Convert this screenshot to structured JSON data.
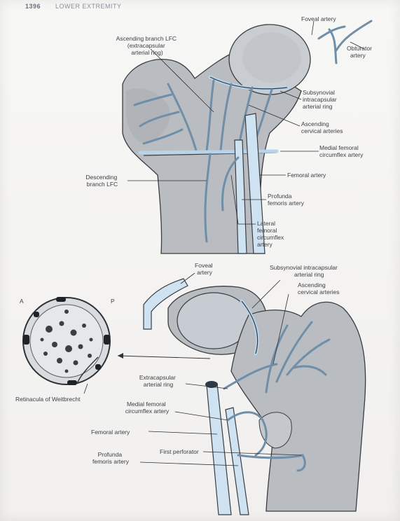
{
  "header": {
    "page_number": "1396",
    "running_head": "LOWER EXTREMITY"
  },
  "inset": {
    "a_label": "A",
    "p_label": "P"
  },
  "labels": {
    "ascending_branch_lfc": [
      "Ascending branch LFC",
      "(extracapsular",
      "arterial ring)"
    ],
    "foveal_artery_top": "Foveal artery",
    "obturator_artery": [
      "Obturator",
      "artery"
    ],
    "subsynovial_top": [
      "Subsynovial",
      "intracapsular",
      "arterial ring"
    ],
    "ascending_cervical_top": [
      "Ascending",
      "cervical arteries"
    ],
    "medial_femoral_circumflex_top": [
      "Medial femoral",
      "circumflex artery"
    ],
    "femoral_artery_top": "Femoral artery",
    "profunda_top": [
      "Profunda",
      "femoris artery"
    ],
    "lateral_femoral_circumflex": [
      "Lateral",
      "femoral",
      "circumflex",
      "artery"
    ],
    "descending_branch_lfc": [
      "Descending",
      "branch LFC"
    ],
    "foveal_artery_bottom": [
      "Foveal",
      "artery"
    ],
    "subsynovial_bottom": [
      "Subsynovial intracapsular",
      "arterial ring"
    ],
    "ascending_cervical_bottom": [
      "Ascending",
      "cervical arteries"
    ],
    "extracapsular_ring": [
      "Extracapsular",
      "arterial ring"
    ],
    "medial_femoral_circumflex_bottom": [
      "Medial femoral",
      "circumflex artery"
    ],
    "femoral_artery_bottom": "Femoral artery",
    "first_perforator": "First perforator",
    "profunda_bottom": [
      "Profunda",
      "femoris artery"
    ],
    "retinacula": "Retinacula of Weitbrecht"
  }
}
